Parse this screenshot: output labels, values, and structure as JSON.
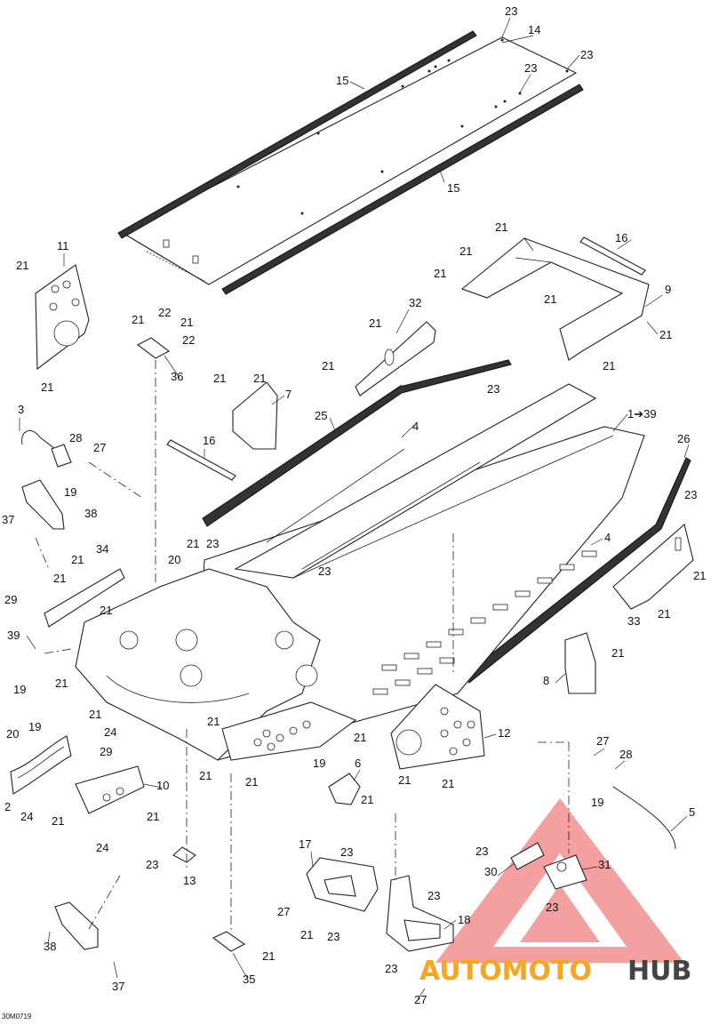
{
  "diagram_code": "30M0719",
  "range_label": "1➔39",
  "watermark": {
    "part1": "AUTOMOTO",
    "part2": "HUB"
  },
  "callouts": {
    "c1": "23",
    "c2": "14",
    "c3": "23",
    "c4": "23",
    "c5": "15",
    "c6": "15",
    "c7": "16",
    "c8": "21",
    "c9": "21",
    "c10": "21",
    "c11": "9",
    "c12": "21",
    "c13": "21",
    "c14": "21",
    "c15": "11",
    "c16": "21",
    "c17": "21",
    "c18": "21",
    "c19": "22",
    "c20": "21",
    "c21": "22",
    "c22": "36",
    "c23": "32",
    "c24": "21",
    "c25": "21",
    "c26": "23",
    "c27": "21",
    "c28": "21",
    "c29": "7",
    "c30": "25",
    "c31": "3",
    "c32": "28",
    "c33": "27",
    "c34": "19",
    "c35": "37",
    "c36": "38",
    "c37": "16",
    "c38": "4",
    "c39": "26",
    "c40": "23",
    "c41": "21",
    "c42": "34",
    "c43": "21",
    "c44": "20",
    "c45": "23",
    "c46": "23",
    "c47": "4",
    "c48": "29",
    "c49": "21",
    "c50": "21",
    "c51": "39",
    "c52": "19",
    "c53": "21",
    "c54": "21",
    "c55": "24",
    "c56": "21",
    "c57": "33",
    "c58": "21",
    "c59": "8",
    "c60": "21",
    "c61": "19",
    "c62": "20",
    "c63": "29",
    "c64": "21",
    "c65": "12",
    "c66": "6",
    "c67": "19",
    "c68": "21",
    "c69": "21",
    "c70": "21",
    "c71": "21",
    "c72": "27",
    "c73": "28",
    "c74": "10",
    "c75": "2",
    "c76": "24",
    "c77": "21",
    "c78": "21",
    "c79": "19",
    "c80": "21",
    "c81": "24",
    "c82": "5",
    "c83": "17",
    "c84": "23",
    "c85": "23",
    "c86": "23",
    "c87": "30",
    "c88": "31",
    "c89": "13",
    "c90": "27",
    "c91": "23",
    "c92": "18",
    "c93": "21",
    "c94": "23",
    "c95": "23",
    "c96": "38",
    "c97": "21",
    "c98": "23",
    "c99": "35",
    "c100": "37",
    "c101": "27",
    "c102": "21"
  }
}
